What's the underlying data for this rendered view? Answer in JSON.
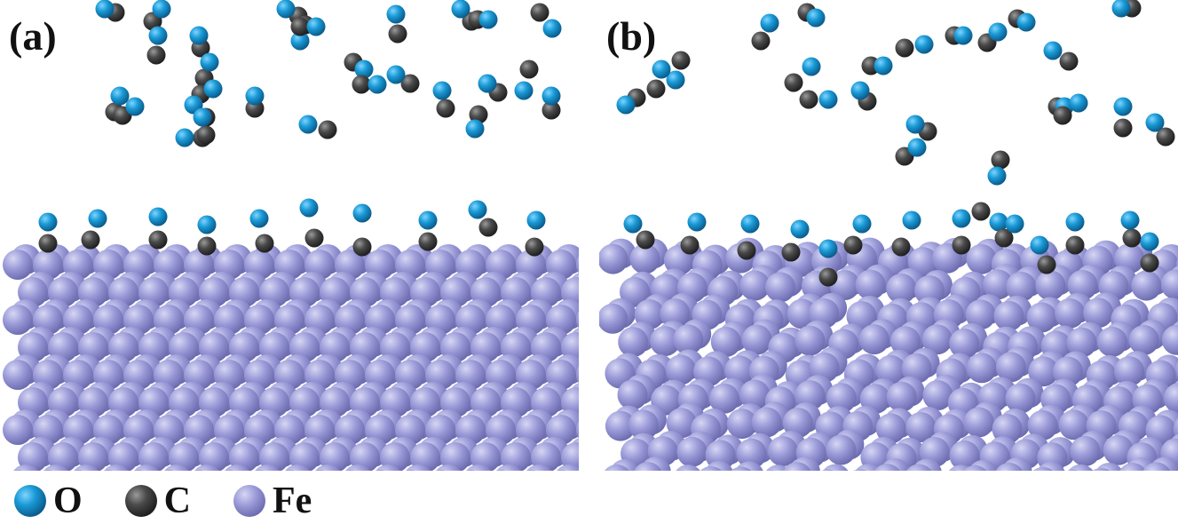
{
  "panels": [
    {
      "label": "(a)"
    },
    {
      "label": "(b)"
    }
  ],
  "legend": [
    {
      "element": "O",
      "color": "#1a9ad6"
    },
    {
      "element": "C",
      "color": "#4a4a4a"
    },
    {
      "element": "Fe",
      "color": "#9a9ad8"
    }
  ]
}
